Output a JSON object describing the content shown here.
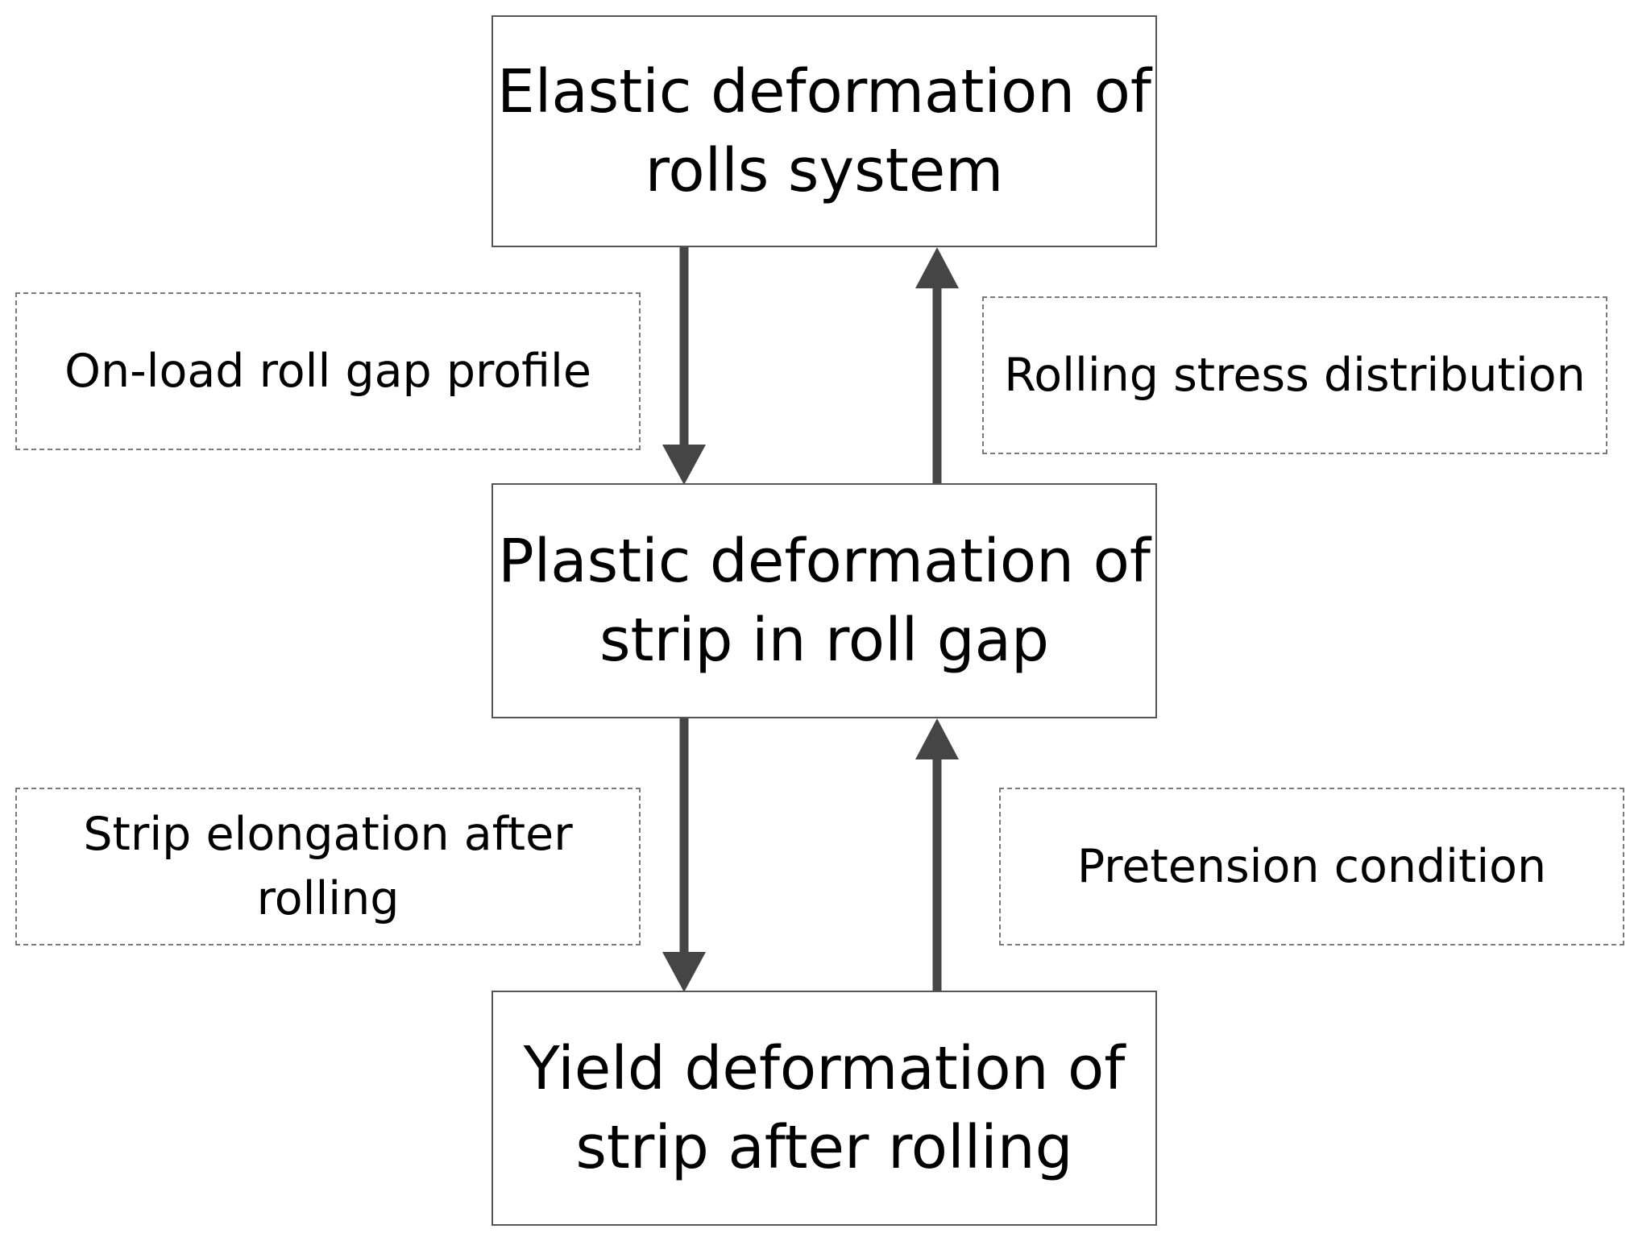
{
  "nodes": {
    "top": {
      "lines": [
        "Elastic deformation of",
        "rolls system"
      ]
    },
    "middle": {
      "lines": [
        "Plastic deformation of",
        "strip in roll gap"
      ]
    },
    "bottom": {
      "lines": [
        "Yield deformation of",
        "strip after rolling"
      ]
    }
  },
  "labels": {
    "upper_left": {
      "lines": [
        "On-load roll gap profile"
      ]
    },
    "upper_right": {
      "lines": [
        "Rolling stress distribution"
      ]
    },
    "lower_left": {
      "lines": [
        "Strip elongation after",
        "rolling"
      ]
    },
    "lower_right": {
      "lines": [
        "Pretension condition"
      ]
    }
  },
  "colors": {
    "arrow": "#454545",
    "box_border": "#555555",
    "dashed_border": "#7a7a7a"
  }
}
